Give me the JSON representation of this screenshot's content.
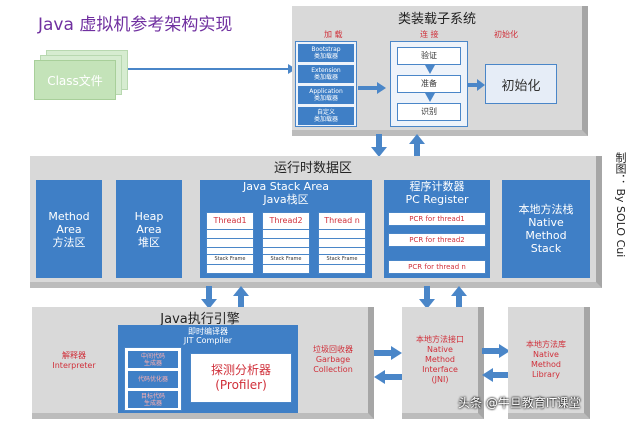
{
  "title": "Java 虚拟机参考架构实现",
  "class_files": "Class文件",
  "classloader": {
    "title": "类装载子系统",
    "load": "加 载",
    "link": "连 接",
    "init": "初始化",
    "loaders": [
      {
        "en": "Bootstrap",
        "zh": "类加载器"
      },
      {
        "en": "Extension",
        "zh": "类加载器"
      },
      {
        "en": "Application",
        "zh": "类加载器"
      },
      {
        "en": "自定义",
        "zh": "类加载器"
      }
    ],
    "verify": "验证",
    "prepare": "准备",
    "resolve": "识别",
    "initialize": "初始化"
  },
  "runtime": {
    "title": "运行时数据区",
    "method_area": [
      "Method",
      "Area",
      "方法区"
    ],
    "heap": [
      "Heap",
      "Area",
      "堆区"
    ],
    "stack_title1": "Java Stack Area",
    "stack_title2": "Java栈区",
    "threads": [
      "Thread1",
      "Thread2",
      "Thread n"
    ],
    "stack_frame": "Stack Frame",
    "pc_title1": "程序计数器",
    "pc_title2": "PC Register",
    "pcr": [
      "PCR for thread1",
      "PCR for thread2",
      "PCR for thread n"
    ],
    "native_stack": [
      "本地方法栈",
      "Native",
      "Method",
      "Stack"
    ]
  },
  "credit": "制图： By SOLO Cui",
  "engine": {
    "title": "Java执行引擎",
    "interpreter_zh": "解释器",
    "interpreter_en": "Interpreter",
    "jit_zh": "即时编译器",
    "jit_en": "JIT Compiler",
    "jit_parts": [
      {
        "a": "中间代码",
        "b": "生成器"
      },
      {
        "a": "代码优化器",
        "b": ""
      },
      {
        "a": "目标代码",
        "b": "生成器"
      }
    ],
    "profiler_zh": "探测分析器",
    "profiler_en": "(Profiler)",
    "gc": [
      "垃圾回收器",
      "Garbage",
      "Collection"
    ]
  },
  "jni": [
    "本地方法接口",
    "Native",
    "Method",
    "Interface",
    "(JNI)"
  ],
  "native_lib": [
    "本地方法库",
    "Native",
    "Method",
    "Library"
  ],
  "watermark": "头条 @牛旦教育IT课堂"
}
